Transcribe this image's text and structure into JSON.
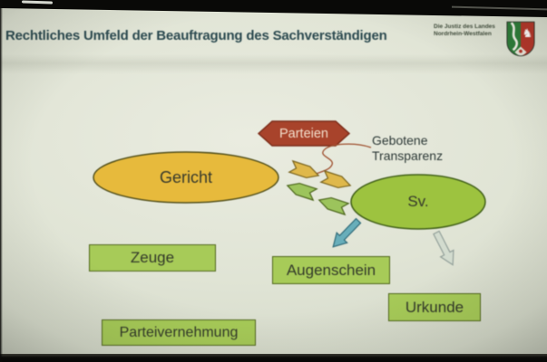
{
  "slide": {
    "title": "Rechtliches Umfeld der Beauftragung des Sachverständigen",
    "logo": {
      "text_line1": "Die Justiz des Landes",
      "text_line2": "Nordrhein-Westfalen",
      "horse_glyph": "♞"
    },
    "nodes": {
      "parteien": "Parteien",
      "gericht": "Gericht",
      "sv": "Sv.",
      "zeuge": "Zeuge",
      "augenschein": "Augenschein",
      "urkunde": "Urkunde",
      "parteivernehmung": "Parteivernehmung"
    },
    "annotation": {
      "line1": "Gebotene",
      "line2": "Transparenz"
    }
  },
  "colors": {
    "title_text": "#2c4a50",
    "parteien_fill": "#a8432b",
    "parteien_stroke": "#7c2d1a",
    "parteien_text": "#f3e0cd",
    "gericht_fill": "#e7ba3c",
    "gericht_stroke": "#54511c",
    "sv_fill": "#9dc33f",
    "sv_stroke": "#42611a",
    "box_fill": "#a7cb58",
    "box_stroke": "#51671d",
    "box_text": "#333a2a",
    "arrow_yellow": "#dfb84b",
    "arrow_yellow_stroke": "#7a641e",
    "arrow_green": "#9cc45c",
    "arrow_green_stroke": "#4c661c",
    "arrow_teal": "#68aeba",
    "arrow_teal_stroke": "#2f6a78",
    "arrow_pale": "#d3dccf",
    "arrow_pale_stroke": "#93a09a",
    "callout_line": "#9e4f2e"
  }
}
